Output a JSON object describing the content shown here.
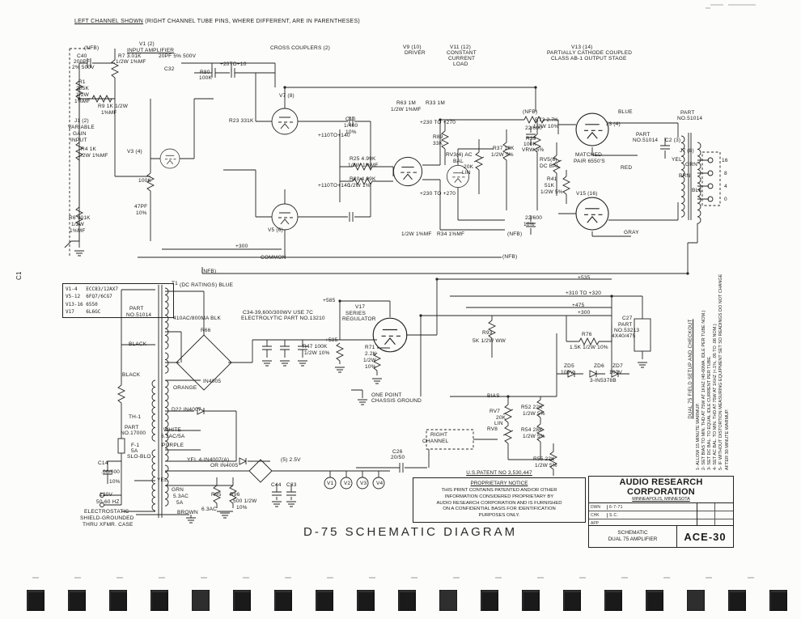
{
  "header_note": {
    "underlined": "LEFT CHANNEL SHOWN",
    "rest": "  (RIGHT CHANNEL TUBE PINS, WHERE DIFFERENT, ARE IN PARENTHESES)"
  },
  "diagram_title": "D-75 SCHEMATIC DIAGRAM",
  "tube_table": {
    "rows": [
      "V1-4   ECC83/12AX7",
      "V5-12  6FQ7/6CG7",
      "V13-16 6550",
      "V17    6L6GC"
    ]
  },
  "notice": {
    "patent": "U.S.PATENT NO 3,530,447",
    "heading": "PROPRIETARY NOTICE",
    "lines": [
      "THIS PRINT CONTAINS PATENTED AND/OR OTHER",
      "INFORMATION CONSIDERED PROPRIETARY BY",
      "AUDIO RESEARCH CORPORATION AND IS FURNISHED",
      "ON A CONFIDENTIAL BASIS FOR IDENTIFICATION",
      "PURPOSES ONLY."
    ]
  },
  "title_block": {
    "company": "AUDIO RESEARCH CORPORATION",
    "city": "MINNEAPOLIS, MINNESOTA",
    "rows": [
      {
        "label": "DWN",
        "value": "6-7-71"
      },
      {
        "label": "CHK",
        "value": "S.C."
      },
      {
        "label": "APP",
        "value": ""
      }
    ],
    "doc_type_line1": "SCHEMATIC",
    "doc_type_line2": "DUAL 75 AMPLIFIER",
    "doc_number": "ACE-30"
  },
  "side_notes": {
    "heading": "DUAL 75 FIELD SETUP AND CHECKOUT",
    "items": [
      "1- ALLOW 15 MINUTE WARMUP.",
      "2- SET BIAS TO MIN. THD AT 75W AT 1KHZ (40-60MA. IDLE PER TUBE NOM.)",
      "3- SET DC BAL. TO EQUAL IDLE CURRENT PER TUBE.",
      "4- SET AC BAL. TO MIN. THD AT 75W AT 1KHZ (<.1%, .05 TO .08 NOM.)",
      "5- IF WITHOUT DISTORTION MEASURING EQUIPMENT SET SO READINGS DO NOT CHANGE AFTER 30 MINUTE WARMUP."
    ]
  },
  "film_strip": {
    "frames": 19
  },
  "labels": [
    [
      104,
      57,
      "(NFB)"
    ],
    [
      172,
      52,
      "V1 (2)"
    ],
    [
      157,
      60,
      "INPUT AMPLIFIER",
      {
        "u": 1
      }
    ],
    [
      334,
      57,
      "CROSS COUPLERS (2)"
    ],
    [
      498,
      56,
      "V9 (10)"
    ],
    [
      500,
      63,
      "DRIVER"
    ],
    [
      556,
      56,
      "V11 (12)"
    ],
    [
      552,
      63,
      "CONSTANT"
    ],
    [
      554,
      70,
      "CURRENT"
    ],
    [
      560,
      77,
      "LOAD"
    ],
    [
      706,
      56,
      "V13 (14)"
    ],
    [
      676,
      63,
      "PARTIALLY CATHODE COUPLED"
    ],
    [
      681,
      70,
      "CLASS AB-1 OUTPUT STAGE"
    ],
    [
      95,
      67,
      "C40"
    ],
    [
      91,
      74,
      "200PF"
    ],
    [
      89,
      81,
      "2% 500V"
    ],
    [
      146,
      67,
      "R7 3.01K"
    ],
    [
      143,
      74,
      "1/2W 1%MF"
    ],
    [
      196,
      67,
      "20PF 5% 500V"
    ],
    [
      203,
      83,
      "C32"
    ],
    [
      272,
      77,
      "+20TO+10"
    ],
    [
      97,
      99,
      "R1"
    ],
    [
      94,
      107,
      "205K"
    ],
    [
      94,
      115,
      "1/2W"
    ],
    [
      92,
      123,
      "1%MF"
    ],
    [
      121,
      129,
      "R9 1K 1/2W"
    ],
    [
      125,
      137,
      "1%MF"
    ],
    [
      247,
      87,
      "R80"
    ],
    [
      246,
      94,
      "100K"
    ],
    [
      345,
      116,
      "V7 (8)"
    ],
    [
      283,
      147,
      "R23 331K"
    ],
    [
      393,
      165,
      "+110TO+140"
    ],
    [
      490,
      125,
      "R63 1M"
    ],
    [
      483,
      133,
      "1/2W 1%MF"
    ],
    [
      526,
      125,
      "R33 1M"
    ],
    [
      519,
      149,
      "+230 TO +270"
    ],
    [
      427,
      145,
      "C10"
    ],
    [
      425,
      153,
      "1/400"
    ],
    [
      427,
      161,
      "10%"
    ],
    [
      432,
      194,
      "R25 4.99K"
    ],
    [
      430,
      202,
      "1/2W 1%MF"
    ],
    [
      432,
      219,
      "R20 4.99K"
    ],
    [
      430,
      227,
      "1/2W 1%"
    ],
    [
      535,
      167,
      "R89"
    ],
    [
      535,
      175,
      "33K"
    ],
    [
      551,
      189,
      "RV3(4) AC"
    ],
    [
      560,
      197,
      "BAL"
    ],
    [
      573,
      204,
      "20K"
    ],
    [
      571,
      211,
      "LIN"
    ],
    [
      609,
      181,
      "R37 10K"
    ],
    [
      607,
      189,
      "1/2W 5%"
    ],
    [
      646,
      136,
      "(NFB)"
    ],
    [
      661,
      146,
      "R73 2.7K"
    ],
    [
      659,
      154,
      "1/2W 10%"
    ],
    [
      650,
      169,
      "R39"
    ],
    [
      647,
      176,
      "100K"
    ],
    [
      645,
      183,
      "VRW 5%"
    ],
    [
      667,
      195,
      "RV5(6)"
    ],
    [
      667,
      203,
      "DC BAL"
    ],
    [
      676,
      219,
      "R41"
    ],
    [
      673,
      227,
      "51K"
    ],
    [
      668,
      235,
      "1/2W 5%"
    ],
    [
      712,
      237,
      "V15 (16)"
    ],
    [
      749,
      151,
      "J3 (4)"
    ],
    [
      764,
      136,
      "BLUE"
    ],
    [
      767,
      205,
      "RED"
    ],
    [
      771,
      285,
      "GRAY"
    ],
    [
      711,
      189,
      "MATCHED"
    ],
    [
      709,
      197,
      "PAIR 6550'S"
    ],
    [
      786,
      164,
      "PART"
    ],
    [
      782,
      171,
      "NO.51014"
    ],
    [
      822,
      171,
      "C2 (3)"
    ],
    [
      840,
      184,
      "J7 (8)"
    ],
    [
      830,
      195,
      "YEL"
    ],
    [
      847,
      201,
      "GRN"
    ],
    [
      839,
      215,
      "BRN"
    ],
    [
      855,
      233,
      "BLK"
    ],
    [
      892,
      196,
      "16"
    ],
    [
      895,
      212,
      "8"
    ],
    [
      895,
      228,
      "4"
    ],
    [
      895,
      244,
      "0"
    ],
    [
      627,
      287,
      "(NFB)"
    ],
    [
      621,
      315,
      "(NFB)"
    ],
    [
      649,
      156,
      "22/600"
    ],
    [
      649,
      267,
      "22/600"
    ],
    [
      647,
      275,
      "10%"
    ],
    [
      519,
      237,
      "+230 TO +270"
    ],
    [
      393,
      227,
      "+110TO+140"
    ],
    [
      291,
      302,
      "+300"
    ],
    [
      322,
      316,
      "COMMON"
    ],
    [
      249,
      333,
      "(NFB)"
    ],
    [
      496,
      287,
      "1/2W 1%MF"
    ],
    [
      540,
      287,
      "R34 1%MF"
    ],
    [
      85,
      267,
      "R6 301K"
    ],
    [
      88,
      275,
      "1/2W"
    ],
    [
      86,
      283,
      "1%MF"
    ],
    [
      100,
      182,
      "R4 1K"
    ],
    [
      96,
      190,
      "1/2W 1%MF"
    ],
    [
      157,
      185,
      "V3 (4)"
    ],
    [
      92,
      147,
      "J1 (2)"
    ],
    [
      84,
      155,
      "VARIABLE"
    ],
    [
      90,
      163,
      "GAIN"
    ],
    [
      87,
      171,
      "INPUT"
    ],
    [
      166,
      253,
      "47PF"
    ],
    [
      168,
      261,
      "10%"
    ],
    [
      171,
      221,
      "100K"
    ],
    [
      331,
      282,
      "V5 (6)"
    ],
    [
      212,
      348,
      "T1"
    ],
    [
      222,
      350,
      "(DC RATINGS) BLUE"
    ],
    [
      160,
      379,
      "PART"
    ],
    [
      156,
      387,
      "NO.51014"
    ],
    [
      214,
      391,
      "410AC/800MA BLK"
    ],
    [
      248,
      406,
      "R66"
    ],
    [
      300,
      384,
      "C34-39,600/300WV USE 7C"
    ],
    [
      298,
      391,
      "ELECTROLYTIC PART NO.13210"
    ],
    [
      159,
      423,
      "BLACK"
    ],
    [
      151,
      461,
      "BLACK"
    ],
    [
      214,
      477,
      "ORANGE"
    ],
    [
      212,
      504,
      "D22 IN4007"
    ],
    [
      251,
      469,
      "IN4005"
    ],
    [
      202,
      529,
      "WHITE"
    ],
    [
      199,
      537,
      "6.3AC/5A"
    ],
    [
      200,
      548,
      "PURPLE"
    ],
    [
      159,
      513,
      "TH-1"
    ],
    [
      154,
      526,
      "PART"
    ],
    [
      149,
      533,
      "NO.17000"
    ],
    [
      162,
      548,
      "F-1"
    ],
    [
      162,
      555,
      "5A"
    ],
    [
      157,
      562,
      "SLO-BLO"
    ],
    [
      121,
      570,
      "C14"
    ],
    [
      125,
      581,
      ".06/600"
    ],
    [
      135,
      593,
      "10%"
    ],
    [
      123,
      609,
      "120V"
    ],
    [
      119,
      618,
      "50-60 HZ"
    ],
    [
      104,
      630,
      "ELECTROSTATIC"
    ],
    [
      99,
      638,
      "SHIELD-GROUNDED"
    ],
    [
      102,
      646,
      "THRU XFMR. CASE"
    ],
    [
      194,
      591,
      "YEL"
    ],
    [
      212,
      603,
      "GRN"
    ],
    [
      214,
      611,
      "5.3AC"
    ],
    [
      218,
      619,
      "5A"
    ],
    [
      219,
      631,
      "BROWN"
    ],
    [
      231,
      566,
      "YEL 4-IN4007(A)"
    ],
    [
      260,
      573,
      "OR IN4005"
    ],
    [
      347,
      566,
      "(5) 2.5V"
    ],
    [
      261,
      609,
      "R95"
    ],
    [
      284,
      609,
      "R96"
    ],
    [
      288,
      617,
      "500 1/2W"
    ],
    [
      292,
      625,
      "10%"
    ],
    [
      249,
      627,
      "6.3AC"
    ],
    [
      404,
      595,
      "V1"
    ],
    [
      425,
      595,
      "V2"
    ],
    [
      445,
      595,
      "V3"
    ],
    [
      465,
      595,
      "V4"
    ],
    [
      335,
      597,
      "C44"
    ],
    [
      354,
      597,
      "C33"
    ],
    [
      485,
      556,
      "C26"
    ],
    [
      483,
      563,
      "20/50"
    ],
    [
      459,
      486,
      "ONE POINT"
    ],
    [
      459,
      493,
      "CHASSIS GROUND"
    ],
    [
      532,
      535,
      "RIGHT"
    ],
    [
      522,
      543,
      "CHANNEL"
    ],
    [
      602,
      487,
      "BIAS"
    ],
    [
      605,
      506,
      "RV7"
    ],
    [
      613,
      514,
      "20K"
    ],
    [
      611,
      521,
      "LIN"
    ],
    [
      602,
      528,
      "RV8"
    ],
    [
      644,
      501,
      "R52 22K"
    ],
    [
      646,
      509,
      "1/2W 5%"
    ],
    [
      644,
      529,
      "R54 28K"
    ],
    [
      646,
      537,
      "1/2W 5%"
    ],
    [
      659,
      565,
      "R55 22K"
    ],
    [
      661,
      573,
      "1/2W 5%"
    ],
    [
      697,
      450,
      "ZD5"
    ],
    [
      693,
      458,
      "100V"
    ],
    [
      734,
      450,
      "ZD6"
    ],
    [
      757,
      450,
      "ZD7"
    ],
    [
      753,
      458,
      "100V"
    ],
    [
      729,
      468,
      "3-IN5378B"
    ],
    [
      596,
      409,
      "R93"
    ],
    [
      584,
      419,
      "5K 1/2W WW"
    ],
    [
      719,
      411,
      "R76"
    ],
    [
      704,
      427,
      "1.5K 1/2W 10%"
    ],
    [
      769,
      391,
      "C27"
    ],
    [
      764,
      399,
      "PART"
    ],
    [
      759,
      406,
      "NO.53213"
    ],
    [
      756,
      413,
      "4X40/475"
    ],
    [
      714,
      341,
      "+535"
    ],
    [
      699,
      360,
      "+310 TO +320"
    ],
    [
      707,
      375,
      "+475"
    ],
    [
      714,
      384,
      "+300"
    ],
    [
      399,
      369,
      "+585"
    ],
    [
      402,
      418,
      "+585"
    ],
    [
      374,
      426,
      "R47 100K"
    ],
    [
      376,
      434,
      "1/2W 10%"
    ],
    [
      439,
      377,
      "V17"
    ],
    [
      427,
      385,
      "SERIES"
    ],
    [
      423,
      392,
      "REGULATOR"
    ],
    [
      451,
      427,
      "R71"
    ],
    [
      451,
      435,
      "2.2K"
    ],
    [
      449,
      443,
      "1/2W"
    ],
    [
      451,
      451,
      "10%"
    ],
    [
      841,
      137,
      "PART"
    ],
    [
      837,
      144,
      "NO.51014"
    ],
    [
      20,
      346,
      "C1",
      {
        "r": -90,
        "fs": 8
      }
    ]
  ]
}
